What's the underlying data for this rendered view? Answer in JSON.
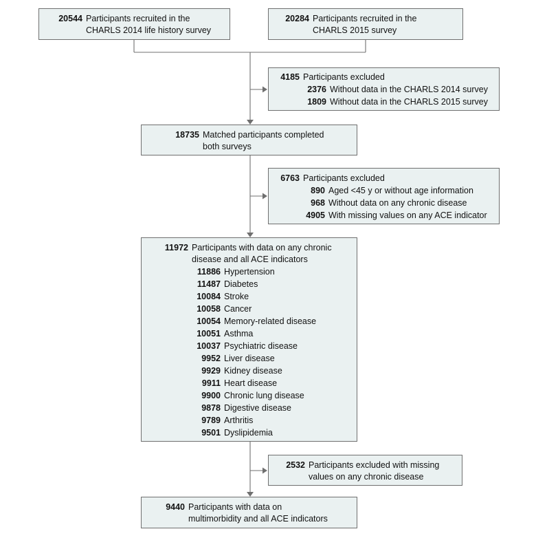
{
  "boxes": {
    "recruited_2014": {
      "count": "20544",
      "text": [
        "Participants recruited in the",
        "CHARLS 2014 life history survey"
      ]
    },
    "recruited_2015": {
      "count": "20284",
      "text": [
        "Participants recruited in the",
        "CHARLS 2015 survey"
      ]
    },
    "excluded_1": {
      "count": "4185",
      "text": "Participants excluded",
      "items": [
        {
          "count": "2376",
          "label": "Without data in the CHARLS 2014 survey"
        },
        {
          "count": "1809",
          "label": "Without data in the CHARLS 2015 survey"
        }
      ]
    },
    "matched": {
      "count": "18735",
      "text": [
        "Matched participants completed",
        "both surveys"
      ]
    },
    "excluded_2": {
      "count": "6763",
      "text": "Participants excluded",
      "items": [
        {
          "count": "890",
          "label": "Aged <45 y or without age information"
        },
        {
          "count": "968",
          "label": "Without data on any chronic disease"
        },
        {
          "count": "4905",
          "label": "With missing values on any ACE indicator"
        }
      ]
    },
    "with_data": {
      "count": "11972",
      "text": [
        "Participants with data on any chronic",
        "disease and all ACE indicators"
      ],
      "items": [
        {
          "count": "11886",
          "label": "Hypertension"
        },
        {
          "count": "11487",
          "label": "Diabetes"
        },
        {
          "count": "10084",
          "label": "Stroke"
        },
        {
          "count": "10058",
          "label": "Cancer"
        },
        {
          "count": "10054",
          "label": "Memory-related disease"
        },
        {
          "count": "10051",
          "label": "Asthma"
        },
        {
          "count": "10037",
          "label": "Psychiatric disease"
        },
        {
          "count": "9952",
          "label": "Liver disease"
        },
        {
          "count": "9929",
          "label": "Kidney disease"
        },
        {
          "count": "9911",
          "label": "Heart disease"
        },
        {
          "count": "9900",
          "label": "Chronic lung disease"
        },
        {
          "count": "9878",
          "label": "Digestive disease"
        },
        {
          "count": "9789",
          "label": "Arthritis"
        },
        {
          "count": "9501",
          "label": "Dyslipidemia"
        }
      ]
    },
    "excluded_3": {
      "count": "2532",
      "text": [
        "Participants excluded with missing",
        "values on any chronic disease"
      ]
    },
    "final": {
      "count": "9440",
      "text": [
        "Participants with data on",
        "multimorbidity and all ACE indicators"
      ]
    }
  }
}
